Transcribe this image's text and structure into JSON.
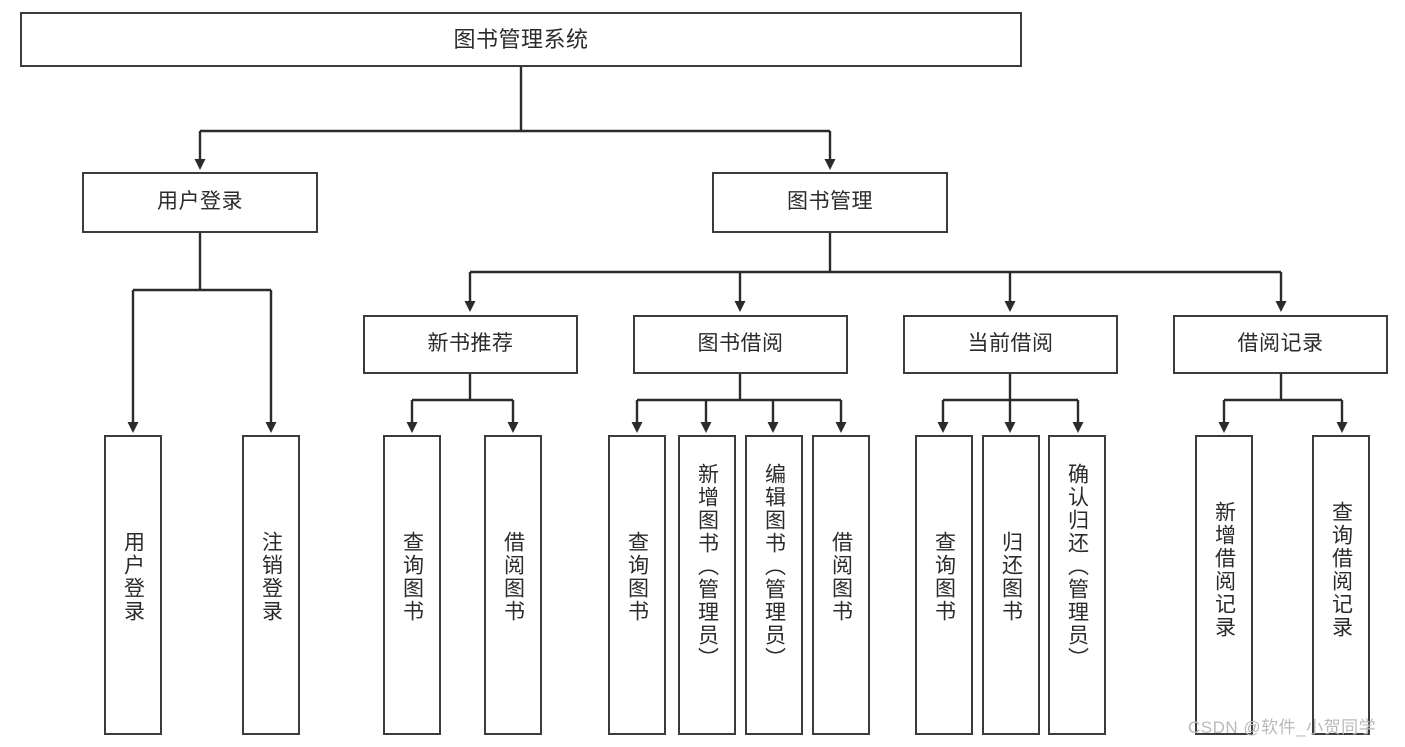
{
  "diagram": {
    "title": "图书管理系统",
    "type": "tree-hierarchy",
    "root": {
      "label": "图书管理系统"
    },
    "level1": [
      {
        "label": "用户登录"
      },
      {
        "label": "图书管理"
      }
    ],
    "level2": [
      {
        "label": "新书推荐"
      },
      {
        "label": "图书借阅"
      },
      {
        "label": "当前借阅"
      },
      {
        "label": "借阅记录"
      }
    ],
    "leaves": {
      "user_login": [
        {
          "label": "用户登录"
        },
        {
          "label": "注销登录"
        }
      ],
      "new_book_recommend": [
        {
          "label": "查询图书"
        },
        {
          "label": "借阅图书"
        }
      ],
      "book_borrow": [
        {
          "label": "查询图书"
        },
        {
          "label": "新增图书（管理员）"
        },
        {
          "label": "编辑图书（管理员）"
        },
        {
          "label": "借阅图书"
        }
      ],
      "current_borrow": [
        {
          "label": "查询图书"
        },
        {
          "label": "归还图书"
        },
        {
          "label": "确认归还（管理员）"
        }
      ],
      "borrow_record": [
        {
          "label": "新增借阅记录"
        },
        {
          "label": "查询借阅记录"
        }
      ]
    }
  },
  "watermark": {
    "text": "CSDN @软件_小贺同学"
  },
  "colors": {
    "stroke": "#3b3b3b",
    "background": "#ffffff",
    "text": "#2b2b2b",
    "watermark": "#b9b9b9"
  }
}
